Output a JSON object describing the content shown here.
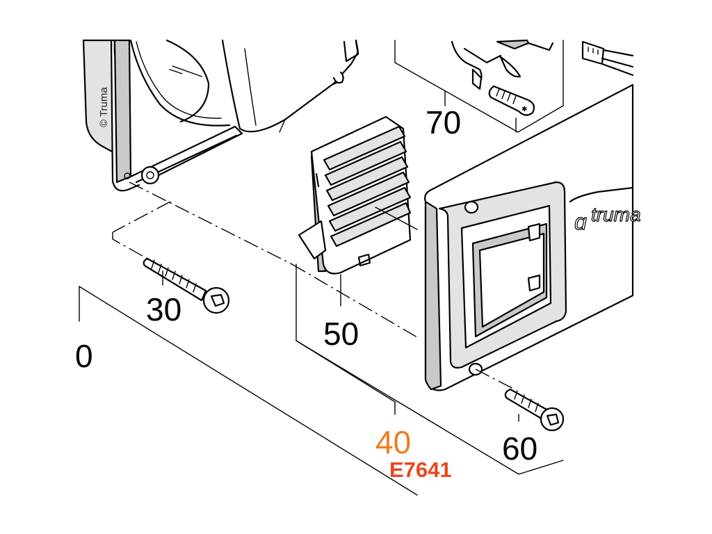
{
  "labels": {
    "part_70": "70",
    "part_30": "30",
    "part_50": "50",
    "part_0_partial": "0",
    "part_40": "40",
    "part_60": "60",
    "drawing_code": "E7641",
    "copyright": "© Truma",
    "brand_text": "truma"
  },
  "colors": {
    "highlight_part": "#f07d1e",
    "drawing_code": "#e8471c"
  }
}
